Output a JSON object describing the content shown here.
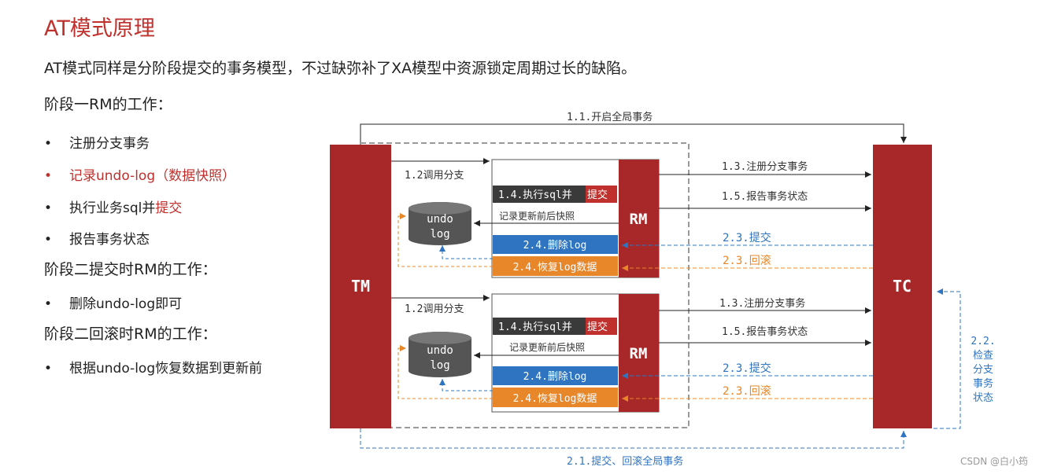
{
  "title": "AT模式原理",
  "subtitle": "AT模式同样是分阶段提交的事务模型，不过缺弥补了XA模型中资源锁定周期过长的缺陷。",
  "left_text": {
    "phase1_heading": "阶段一RM的工作：",
    "phase1_items": [
      {
        "text": "注册分支事务",
        "red_part": ""
      },
      {
        "text": "",
        "red_part": "记录undo-log（数据快照）"
      },
      {
        "text": "执行业务sql并",
        "red_part": "提交"
      },
      {
        "text": "报告事务状态",
        "red_part": ""
      }
    ],
    "phase2_commit_heading": "阶段二提交时RM的工作：",
    "phase2_commit_items": [
      "删除undo-log即可"
    ],
    "phase2_rollback_heading": "阶段二回滚时RM的工作：",
    "phase2_rollback_items": [
      "根据undo-log恢复数据到更新前"
    ],
    "bullet": "•"
  },
  "diagram": {
    "tm_label": "TM",
    "tc_label": "TC",
    "rm_label": "RM",
    "undo_label_top": "undo",
    "undo_label_bottom": "log",
    "start_global_tx": "1.1.开启全局事务",
    "call_branch": "1.2调用分支",
    "exec_sql": "1.4.执行sql并",
    "exec_sql_commit": "提交",
    "record_snapshot": "记录更新前后快照",
    "delete_log": "2.4.删除log",
    "restore_log": "2.4.恢复log数据",
    "register_branch": "1.3.注册分支事务",
    "report_status": "1.5.报告事务状态",
    "commit": "2.3.提交",
    "rollback": "2.3.回滚",
    "check_branch_lines": [
      "2.2.",
      "检查",
      "分支",
      "事务",
      "状态"
    ],
    "global_commit_rollback": "2.1.提交、回滚全局事务"
  },
  "colors": {
    "accent_red": "#a8282a",
    "title_red": "#c0302c",
    "blue": "#2e74c0",
    "orange": "#e8872a",
    "dark_box": "#3a3a3a",
    "gray_dash": "#9a9a9a"
  },
  "watermark": "CSDN @白小筠"
}
